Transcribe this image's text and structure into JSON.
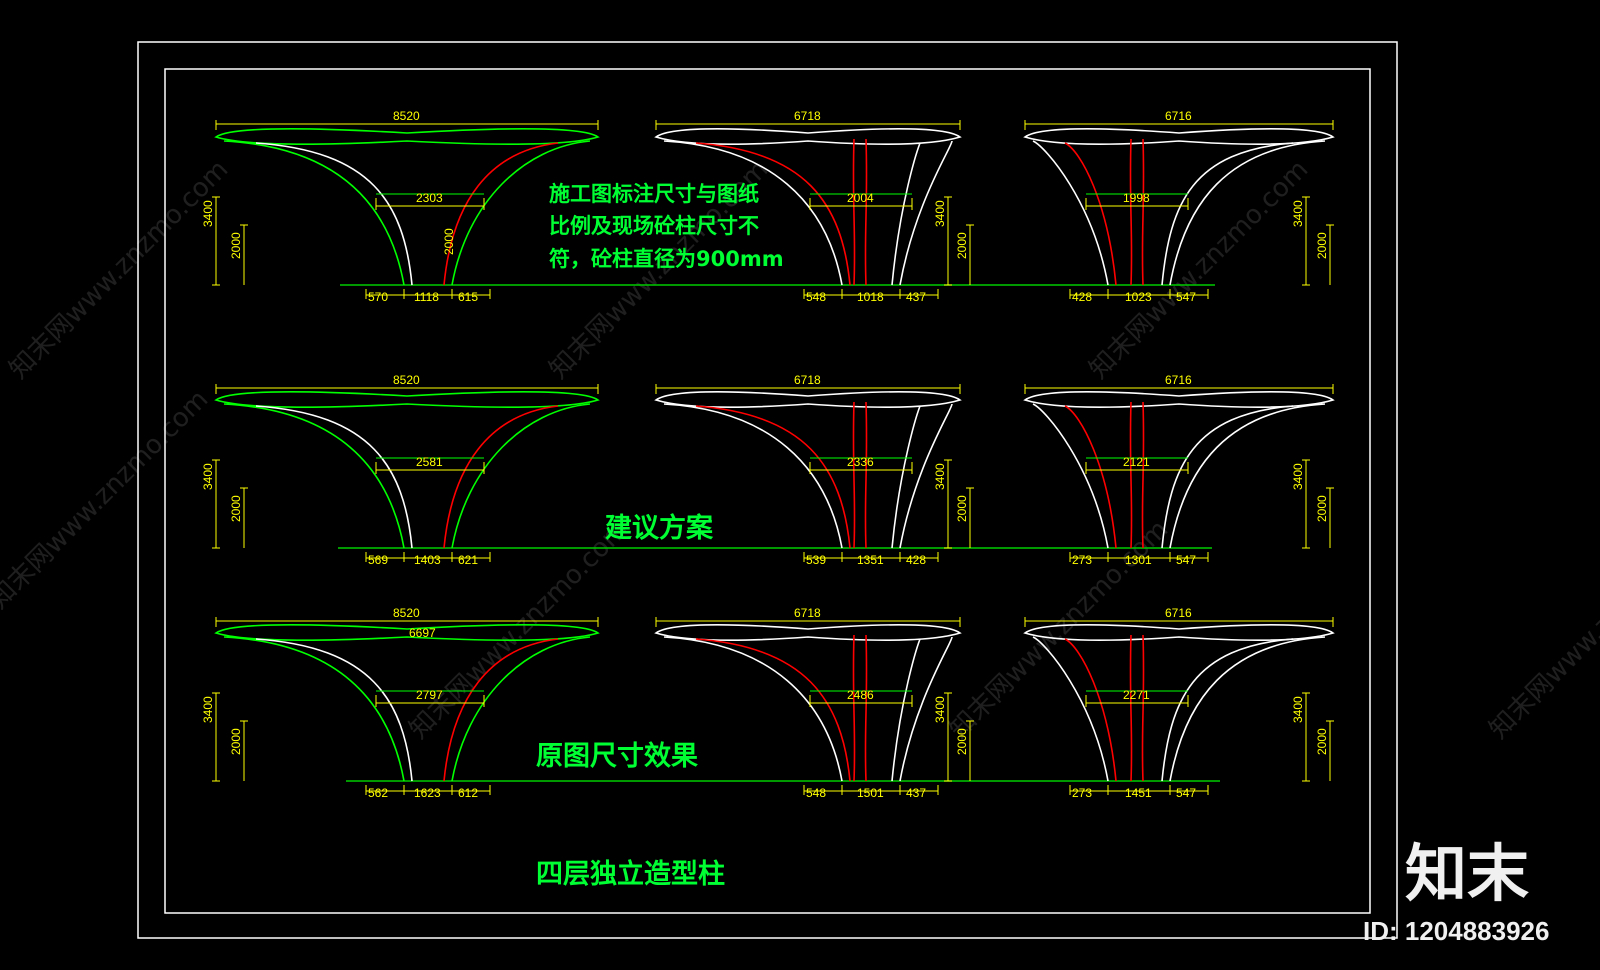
{
  "rows": [
    {
      "id": "row1",
      "columns": [
        {
          "id": "c1",
          "top_width": "8520",
          "mid_width": "2303",
          "base": [
            "570",
            "1118",
            "615"
          ],
          "height_total": "3400",
          "height_lower": "2000",
          "height_inner": "2000"
        },
        {
          "id": "c2",
          "top_width": "6718",
          "mid_width": "2004",
          "base": [
            "548",
            "1018",
            "437"
          ],
          "height_total": "3400",
          "height_lower": "2000"
        },
        {
          "id": "c3",
          "top_width": "6716",
          "mid_width": "1998",
          "base": [
            "428",
            "1023",
            "547"
          ],
          "height_total": "3400",
          "height_lower": "2000"
        }
      ]
    },
    {
      "id": "row2",
      "columns": [
        {
          "id": "c1",
          "top_width": "8520",
          "mid_width": "2581",
          "base": [
            "569",
            "1403",
            "621"
          ],
          "height_total": "3400",
          "height_lower": "2000"
        },
        {
          "id": "c2",
          "top_width": "6718",
          "mid_width": "2336",
          "base": [
            "539",
            "1351",
            "428"
          ],
          "height_total": "3400",
          "height_lower": "2000"
        },
        {
          "id": "c3",
          "top_width": "6716",
          "mid_width": "2121",
          "base": [
            "273",
            "1301",
            "547"
          ],
          "height_total": "3400",
          "height_lower": "2000"
        }
      ]
    },
    {
      "id": "row3",
      "columns": [
        {
          "id": "c1",
          "top_width": "8520",
          "top_inner": "6697",
          "mid_width": "2797",
          "base": [
            "562",
            "1623",
            "612"
          ],
          "height_total": "3400",
          "height_lower": "2000"
        },
        {
          "id": "c2",
          "top_width": "6718",
          "mid_width": "2486",
          "base": [
            "548",
            "1501",
            "437"
          ],
          "height_total": "3400",
          "height_lower": "2000"
        },
        {
          "id": "c3",
          "top_width": "6716",
          "mid_width": "2271",
          "base": [
            "273",
            "1451",
            "547"
          ],
          "height_total": "3400",
          "height_lower": "2000"
        }
      ]
    }
  ],
  "note": {
    "line1": "施工图标注尺寸与图纸",
    "line2": "比例及现场砼柱尺寸不",
    "line3": "符，砼柱直径为900mm"
  },
  "labels": {
    "proposal": "建议方案",
    "original": "原图尺寸效果",
    "title": "四层独立造型柱"
  },
  "watermark": {
    "text": "知末网www.znzmo.com"
  },
  "branding": {
    "logo": "知末",
    "id_line": "ID: 1204883926"
  },
  "colors": {
    "background": "#000000",
    "frame": "#ffffff",
    "ground": "#00cc00",
    "dimension": "#ffff00",
    "stroke_white": "#ffffff",
    "stroke_red": "#ff0000",
    "stroke_green": "#00ff00",
    "note": "#00ff33"
  }
}
